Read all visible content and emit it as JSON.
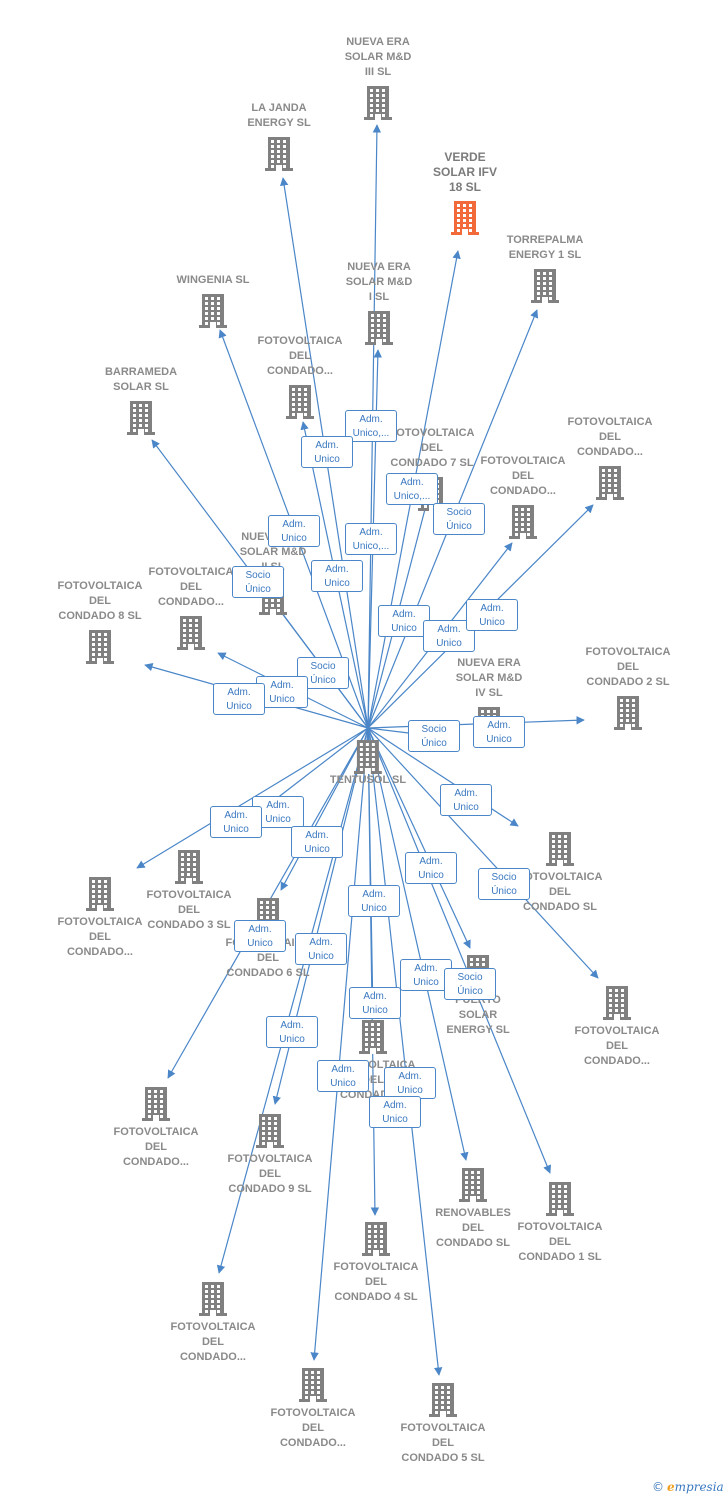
{
  "center": {
    "label": "TENTUSOL SL"
  },
  "colors": {
    "edge": "#4a86c8",
    "node": "#808080",
    "highlight": "#f26a3a",
    "label": "#8a8a8a"
  },
  "nodes": [
    {
      "id": "nueva-era-iii",
      "label": "NUEVA ERA\nSOLAR M&D\nIII  SL"
    },
    {
      "id": "la-janda",
      "label": "LA JANDA\nENERGY  SL"
    },
    {
      "id": "verde-solar",
      "label": "VERDE\nSOLAR IFV\n18  SL",
      "highlight": true
    },
    {
      "id": "torrepalma",
      "label": "TORREPALMA\nENERGY 1  SL"
    },
    {
      "id": "wingenia",
      "label": "WINGENIA SL"
    },
    {
      "id": "nueva-era-i",
      "label": "NUEVA ERA\nSOLAR M&D\nI  SL"
    },
    {
      "id": "fv-condado-a",
      "label": "FOTOVOLTAICA\nDEL\nCONDADO..."
    },
    {
      "id": "barrameda",
      "label": "BARRAMEDA\nSOLAR  SL"
    },
    {
      "id": "fv-condado-7",
      "label": "FOTOVOLTAICA\nDEL\nCONDADO 7 SL"
    },
    {
      "id": "fv-condado-b",
      "label": "FOTOVOLTAICA\nDEL\nCONDADO..."
    },
    {
      "id": "fv-condado-c",
      "label": "FOTOVOLTAICA\nDEL\nCONDADO..."
    },
    {
      "id": "nueva-era-ii",
      "label": "NUEVA ERA\nSOLAR M&D\nII  SL"
    },
    {
      "id": "fv-condado-8",
      "label": "FOTOVOLTAICA\nDEL\nCONDADO 8 SL"
    },
    {
      "id": "fv-condado-d",
      "label": "FOTOVOLTAICA\nDEL\nCONDADO..."
    },
    {
      "id": "nueva-era-iv",
      "label": "NUEVA ERA\nSOLAR M&D\nIV  SL"
    },
    {
      "id": "fv-condado-2",
      "label": "FOTOVOLTAICA\nDEL\nCONDADO 2 SL"
    },
    {
      "id": "fv-condado-sl",
      "label": "FOTOVOLTAICA\nDEL\nCONDADO SL"
    },
    {
      "id": "fv-condado-3",
      "label": "FOTOVOLTAICA\nDEL\nCONDADO 3 SL"
    },
    {
      "id": "fv-condado-e",
      "label": "FOTOVOLTAICA\nDEL\nCONDADO..."
    },
    {
      "id": "fv-condado-6",
      "label": "FOTOVOLTAICA\nDEL\nCONDADO 6 SL"
    },
    {
      "id": "puerto-solar",
      "label": "PUERTO\nSOLAR\nENERGY  SL"
    },
    {
      "id": "fv-condado-f",
      "label": "FOTOVOLTAICA\nDEL\nCONDADO..."
    },
    {
      "id": "fv-condado-g",
      "label": "FOTOVOLTAICA\nDEL\nCONDADO..."
    },
    {
      "id": "fv-condado-h",
      "label": "FOTOVOLTAICA\nDEL\nCONDADO..."
    },
    {
      "id": "fv-condado-9",
      "label": "FOTOVOLTAICA\nDEL\nCONDADO 9 SL"
    },
    {
      "id": "renovables",
      "label": "RENOVABLES\nDEL\nCONDADO SL"
    },
    {
      "id": "fv-condado-1",
      "label": "FOTOVOLTAICA\nDEL\nCONDADO 1 SL"
    },
    {
      "id": "fv-condado-4",
      "label": "FOTOVOLTAICA\nDEL\nCONDADO 4 SL"
    },
    {
      "id": "fv-condado-i",
      "label": "FOTOVOLTAICA\nDEL\nCONDADO..."
    },
    {
      "id": "fv-condado-j",
      "label": "FOTOVOLTAICA\nDEL\nCONDADO..."
    },
    {
      "id": "fv-condado-5",
      "label": "FOTOVOLTAICA\nDEL\nCONDADO 5 SL"
    }
  ],
  "relations": [
    {
      "id": "r1",
      "label": "Adm.\nUnico,..."
    },
    {
      "id": "r2",
      "label": "Adm.\nUnico"
    },
    {
      "id": "r3",
      "label": "Adm.\nUnico,..."
    },
    {
      "id": "r4",
      "label": "Socio\nÚnico"
    },
    {
      "id": "r5",
      "label": "Adm.\nUnico"
    },
    {
      "id": "r6",
      "label": "Adm.\nUnico,..."
    },
    {
      "id": "r7",
      "label": "Socio\nÚnico"
    },
    {
      "id": "r8",
      "label": "Adm.\nUnico"
    },
    {
      "id": "r9",
      "label": "Adm.\nUnico"
    },
    {
      "id": "r10",
      "label": "Adm.\nUnico"
    },
    {
      "id": "r11",
      "label": "Adm.\nUnico"
    },
    {
      "id": "r12",
      "label": "Socio\nÚnico"
    },
    {
      "id": "r13",
      "label": "Adm.\nUnico"
    },
    {
      "id": "r14",
      "label": "Adm.\nUnico"
    },
    {
      "id": "r15",
      "label": "Socio\nÚnico"
    },
    {
      "id": "r16",
      "label": "Adm.\nUnico"
    },
    {
      "id": "r17",
      "label": "Adm.\nUnico"
    },
    {
      "id": "r18",
      "label": "Adm.\nUnico"
    },
    {
      "id": "r19",
      "label": "Adm.\nUnico"
    },
    {
      "id": "r20",
      "label": "Adm.\nUnico"
    },
    {
      "id": "r21",
      "label": "Adm.\nUnico"
    },
    {
      "id": "r22",
      "label": "Socio\nÚnico"
    },
    {
      "id": "r23",
      "label": "Adm.\nUnico"
    },
    {
      "id": "r24",
      "label": "Adm.\nUnico"
    },
    {
      "id": "r25",
      "label": "Adm.\nUnico"
    },
    {
      "id": "r26",
      "label": "Adm.\nUnico"
    },
    {
      "id": "r27",
      "label": "Socio\nÚnico"
    },
    {
      "id": "r28",
      "label": "Adm.\nUnico"
    },
    {
      "id": "r29",
      "label": "Adm.\nUnico"
    },
    {
      "id": "r30",
      "label": "Adm.\nUnico"
    },
    {
      "id": "r31",
      "label": "Adm.\nUnico"
    },
    {
      "id": "r32",
      "label": "Adm.\nUnico"
    }
  ],
  "brand": {
    "symbol": "©",
    "initial": "e",
    "rest": "mpresia"
  }
}
